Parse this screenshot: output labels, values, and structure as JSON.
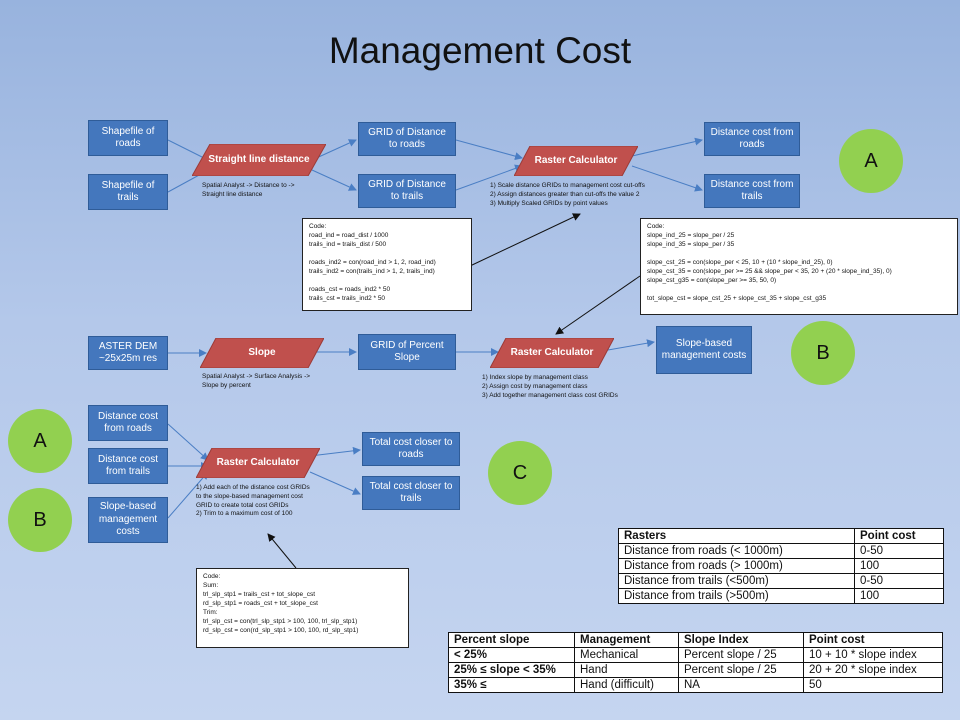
{
  "title": "Management Cost",
  "row1": {
    "roads_shapefile": "Shapefile of roads",
    "trails_shapefile": "Shapefile of trails",
    "straight_line": "Straight line distance",
    "grid_roads": "GRID of Distance to roads",
    "grid_trails": "GRID of Distance to trails",
    "raster_calc": "Raster Calculator",
    "dist_cost_roads": "Distance cost from roads",
    "dist_cost_trails": "Distance cost from trails",
    "note_spatial": "Spatial Analyst -> Distance to ->\nStraight line distance",
    "note_steps": "1) Scale distance GRIDs to management cost cut-offs\n2) Assign distances greater than cut-offs the value 2\n3) Multiply Scaled GRIDs by point values",
    "code": "Code:\nroad_ind = road_dist / 1000\ntrails_ind = trails_dist / 500\n\nroads_ind2 = con(road_ind > 1, 2, road_ind)\ntrails_ind2 = con(trails_ind > 1, 2, trails_ind)\n\nroads_cst = roads_ind2 * 50\ntrails_cst = trails_ind2 * 50"
  },
  "row2": {
    "dem": "ASTER DEM ~25x25m res",
    "slope": "Slope",
    "grid_slope": "GRID of Percent Slope",
    "raster_calc": "Raster Calculator",
    "slope_cost": "Slope-based management costs",
    "note_spatial": "Spatial Analyst -> Surface Analysis ->\nSlope by percent",
    "note_steps": "1) Index slope by management class\n2) Assign cost by management class\n3) Add together management class cost GRIDs",
    "code": "Code:\nslope_ind_25 = slope_per / 25\nslope_ind_35 = slope_per / 35\n\nslope_cst_25 = con(slope_per  < 25, 10 + (10 * slope_ind_25), 0)\nslope_cst_35 = con(slope_per >= 25 && slope_per < 35, 20 + (20 * slope_ind_35), 0)\nslope_cst_g35 = con(slope_per >= 35, 50, 0)\n\ntot_slope_cst = slope_cst_25 + slope_cst_35 + slope_cst_g35"
  },
  "row3": {
    "dist_cost_roads": "Distance cost from roads",
    "dist_cost_trails": "Distance cost from trails",
    "slope_cost": "Slope-based management costs",
    "raster_calc": "Raster Calculator",
    "total_roads": "Total cost closer to roads",
    "total_trails": "Total cost closer to trails",
    "note_steps": "1) Add each of the distance cost GRIDs\nto the slope-based management cost\nGRID to create total cost GRIDs\n2) Trim to a maximum cost  of 100",
    "code": "Code:\nSum:\ntrl_slp_stp1 = trails_cst + tot_slope_cst\nrd_slp_stp1 = roads_cst + tot_slope_cst\nTrim:\ntrl_slp_cst = con(trl_slp_stp1 > 100, 100, trl_slp_stp1)\nrd_slp_cst = con(rd_slp_stp1 > 100, 100, rd_slp_stp1)"
  },
  "circles": {
    "a1": "A",
    "b1": "B",
    "a2": "A",
    "b2": "B",
    "c": "C"
  },
  "raster_table": {
    "headers": [
      "Rasters",
      "Point cost"
    ],
    "rows": [
      [
        "Distance from roads (< 1000m)",
        "0-50"
      ],
      [
        "Distance from roads (> 1000m)",
        "100"
      ],
      [
        "Distance from trails (<500m)",
        "0-50"
      ],
      [
        "Distance from trails (>500m)",
        "100"
      ]
    ]
  },
  "slope_table": {
    "headers": [
      "Percent slope",
      "Management",
      "Slope Index",
      "Point cost"
    ],
    "rows": [
      [
        "< 25%",
        "Mechanical",
        "Percent slope / 25",
        "10 + 10 * slope index"
      ],
      [
        "25% ≤ slope < 35%",
        "Hand",
        "Percent slope / 25",
        "20 + 20 * slope index"
      ],
      [
        "35% ≤",
        "Hand (difficult)",
        "NA",
        "50"
      ]
    ]
  },
  "colors": {
    "box": "#4477bd",
    "parallelogram": "#c0504d",
    "circle": "#92d050",
    "arrow": "#4a7ec4"
  }
}
